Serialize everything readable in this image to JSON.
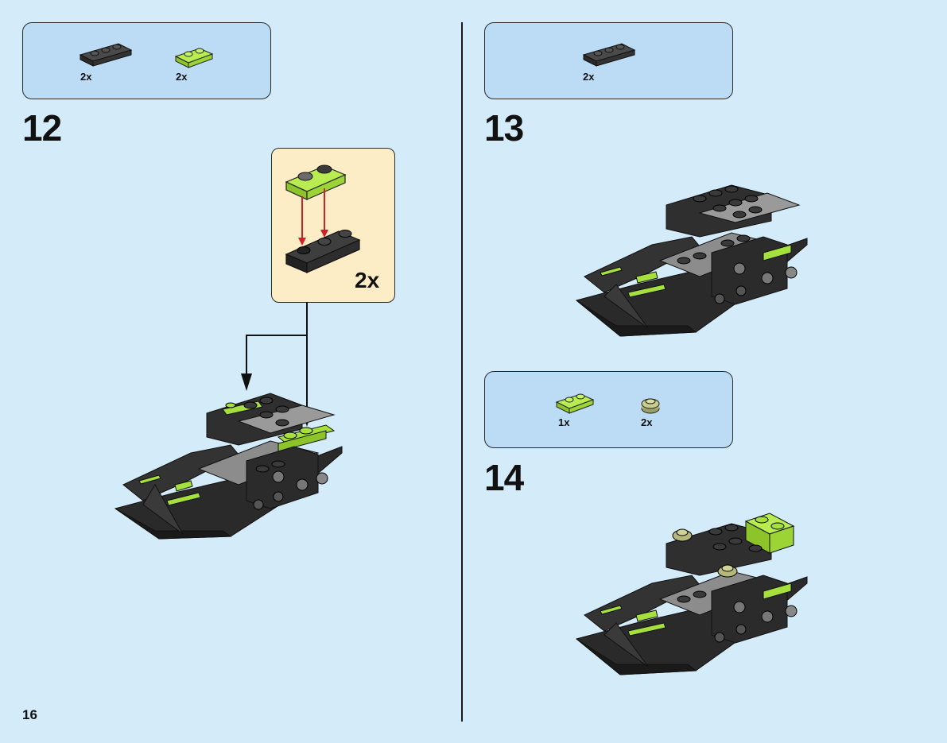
{
  "page": {
    "number": "16"
  },
  "steps": [
    {
      "number": "12",
      "parts": [
        {
          "qty": "2x",
          "part": "dark-grey-plate-1x3",
          "color": "#3a3a3a"
        },
        {
          "qty": "2x",
          "part": "lime-plate-1x2",
          "color": "#a6e03c"
        }
      ],
      "callout": {
        "qty": "2x"
      }
    },
    {
      "number": "13",
      "parts": [
        {
          "qty": "2x",
          "part": "dark-grey-plate-1x3",
          "color": "#3a3a3a"
        }
      ]
    },
    {
      "number": "14",
      "parts": [
        {
          "qty": "1x",
          "part": "lime-plate-1x2",
          "color": "#a6e03c"
        },
        {
          "qty": "2x",
          "part": "olive-round-plate-1x1",
          "color": "#b5b87a"
        }
      ]
    }
  ],
  "colors": {
    "background": "#d4ebfa",
    "parts_box": "#bcdcf5",
    "callout": "#fdedc6",
    "lime": "#a6e03c",
    "dark": "#2b2b2b",
    "grey": "#9a9a9a",
    "arrow_red": "#d0202a"
  }
}
